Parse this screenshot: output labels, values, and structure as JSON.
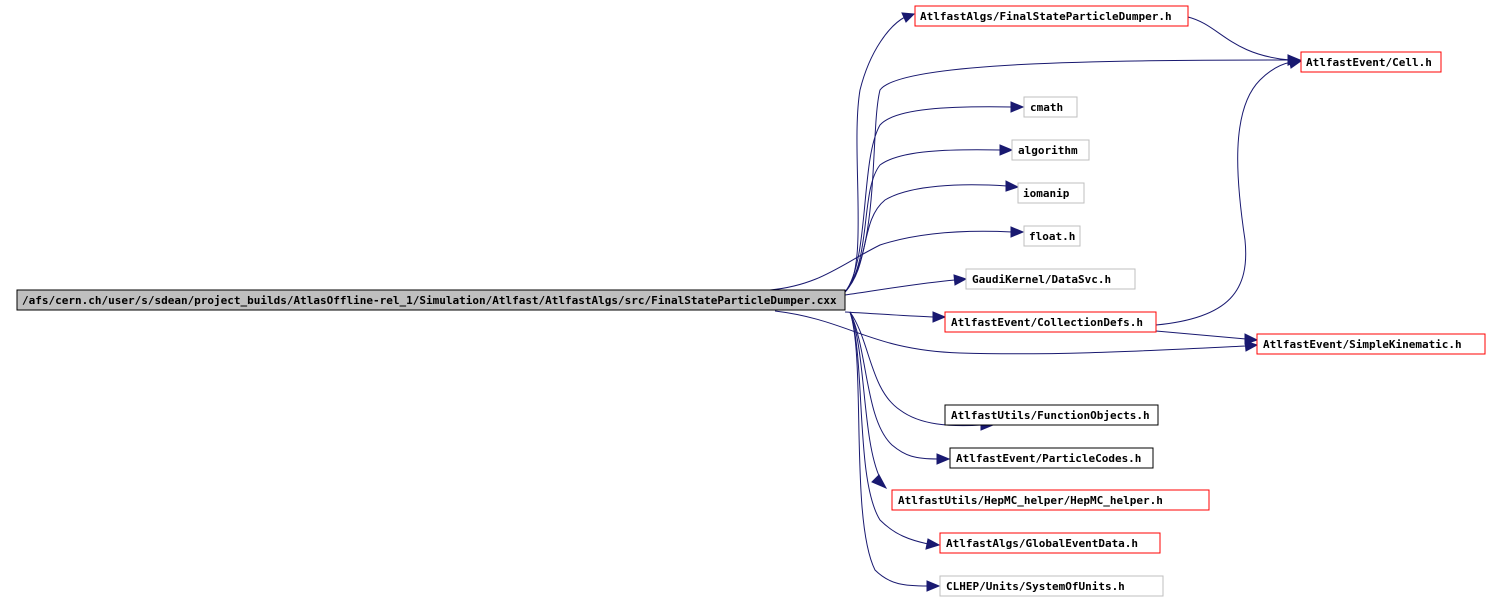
{
  "graph": {
    "root": {
      "label": "/afs/cern.ch/user/s/sdean/project_builds/AtlasOffline-rel_1/Simulation/Atlfast/AtlfastAlgs/src/FinalStateParticleDumper.cxx",
      "fill": "#bfbfbf",
      "border": "#000000"
    },
    "nodes": [
      {
        "id": "fspd_h",
        "label": "AtlfastAlgs/FinalStateParticleDumper.h",
        "border": "#ff0000"
      },
      {
        "id": "cell_h",
        "label": "AtlfastEvent/Cell.h",
        "border": "#ff0000"
      },
      {
        "id": "cmath",
        "label": "cmath",
        "border": "#bfbfbf"
      },
      {
        "id": "algorithm",
        "label": "algorithm",
        "border": "#bfbfbf"
      },
      {
        "id": "iomanip",
        "label": "iomanip",
        "border": "#bfbfbf"
      },
      {
        "id": "float_h",
        "label": "float.h",
        "border": "#bfbfbf"
      },
      {
        "id": "datasvc_h",
        "label": "GaudiKernel/DataSvc.h",
        "border": "#bfbfbf"
      },
      {
        "id": "colldefs_h",
        "label": "AtlfastEvent/CollectionDefs.h",
        "border": "#ff0000"
      },
      {
        "id": "simplekin_h",
        "label": "AtlfastEvent/SimpleKinematic.h",
        "border": "#ff0000"
      },
      {
        "id": "funcobj_h",
        "label": "AtlfastUtils/FunctionObjects.h",
        "border": "#000000"
      },
      {
        "id": "partcodes_h",
        "label": "AtlfastEvent/ParticleCodes.h",
        "border": "#000000"
      },
      {
        "id": "hepmc_h",
        "label": "AtlfastUtils/HepMC_helper/HepMC_helper.h",
        "border": "#ff0000"
      },
      {
        "id": "globevt_h",
        "label": "AtlfastAlgs/GlobalEventData.h",
        "border": "#ff0000"
      },
      {
        "id": "units_h",
        "label": "CLHEP/Units/SystemOfUnits.h",
        "border": "#bfbfbf"
      }
    ],
    "edge_color": "#191970"
  }
}
